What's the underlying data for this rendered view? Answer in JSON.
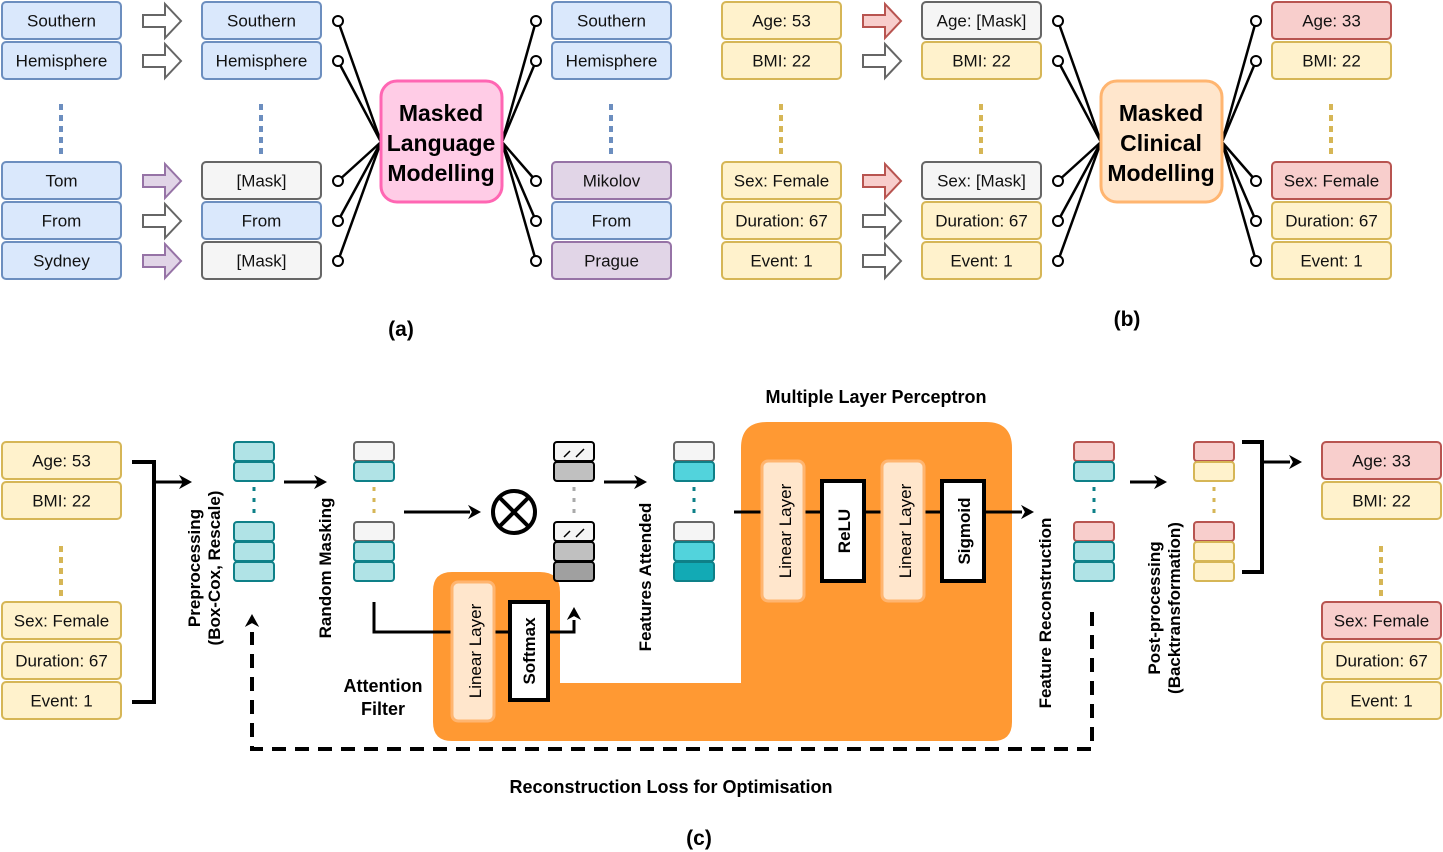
{
  "colors": {
    "blue_fill": "#dae8fc",
    "blue_stroke": "#6c8ebf",
    "purple_fill": "#e1d5e7",
    "purple_stroke": "#9673a6",
    "gray_fill": "#f5f5f5",
    "gray_stroke": "#666666",
    "yellow_fill": "#fff2cc",
    "yellow_stroke": "#d6b656",
    "red_fill": "#f8cecc",
    "red_stroke": "#b85450",
    "pink_fill": "#ffcce6",
    "pink_stroke": "#ff66b3",
    "peach_fill": "#ffe6cc",
    "peach_stroke": "#ffb570",
    "orange": "#ff9933",
    "teal_fill": "#b0e3e6",
    "teal_stroke": "#0e8088",
    "teal_dark": "#12aab5"
  },
  "panel_a": {
    "caption": "(a)",
    "input_tokens": [
      "Southern",
      "Hemisphere",
      "Tom",
      "From",
      "Sydney"
    ],
    "masked_tokens": [
      "Southern",
      "Hemisphere",
      "[Mask]",
      "From",
      "[Mask]"
    ],
    "output_tokens": [
      "Southern",
      "Hemisphere",
      "Mikolov",
      "From",
      "Prague"
    ],
    "model": [
      "Masked",
      "Language",
      "Modelling"
    ]
  },
  "panel_b": {
    "caption": "(b)",
    "input_tokens": [
      "Age: 53",
      "BMI: 22",
      "Sex: Female",
      "Duration: 67",
      "Event: 1"
    ],
    "masked_tokens": [
      "Age: [Mask]",
      "BMI: 22",
      "Sex: [Mask]",
      "Duration: 67",
      "Event: 1"
    ],
    "output_tokens": [
      "Age: 33",
      "BMI: 22",
      "Sex: Female",
      "Duration: 67",
      "Event: 1"
    ],
    "model": [
      "Masked",
      "Clinical",
      "Modelling"
    ]
  },
  "panel_c": {
    "caption": "(c)",
    "input_tokens": [
      "Age: 53",
      "BMI: 22",
      "Sex: Female",
      "Duration: 67",
      "Event: 1"
    ],
    "output_tokens": [
      "Age: 33",
      "BMI: 22",
      "Sex: Female",
      "Duration: 67",
      "Event: 1"
    ],
    "preprocessing": [
      "Preprocessing",
      "(Box-Cox, Rescale)"
    ],
    "random_masking": "Random Masking",
    "features_attended": "Features Attended",
    "feature_reconstruction": "Feature Reconstruction",
    "postprocessing": [
      "Post-processing",
      "(Backtransformation)"
    ],
    "attention_filter": [
      "Attention",
      "Filter"
    ],
    "mlp_title": "Multiple Layer Perceptron",
    "linear_layer": "Linear Layer",
    "softmax": "Softmax",
    "relu": "ReLU",
    "sigmoid": "Sigmoid",
    "loss_label": "Reconstruction Loss for Optimisation"
  }
}
